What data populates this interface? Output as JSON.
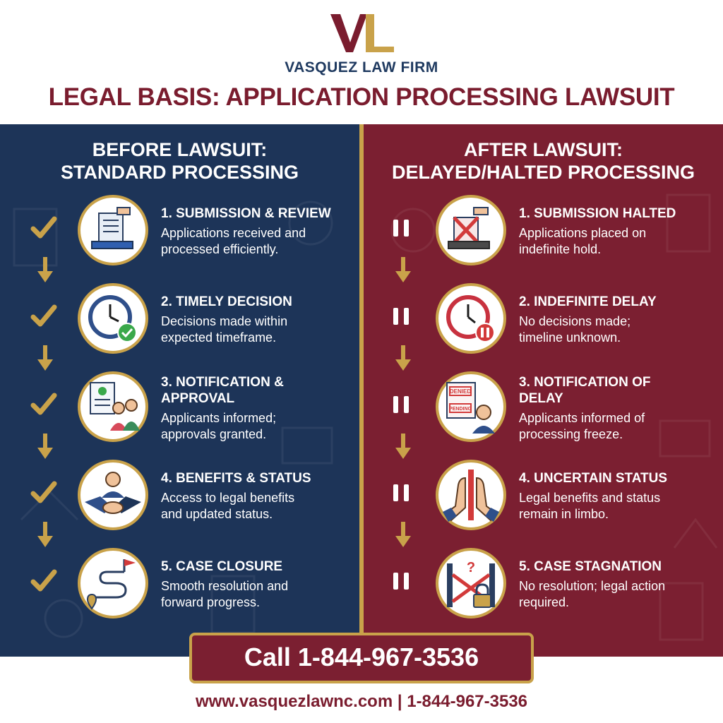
{
  "brand": {
    "logo_letters": "VL",
    "firm_name": "VASQUEZ LAW FIRM",
    "colors": {
      "navy": "#1d3458",
      "maroon": "#7b1f31",
      "gold": "#c9a24a"
    }
  },
  "title": "LEGAL BASIS: APPLICATION PROCESSING LAWSUIT",
  "before": {
    "heading_line1": "BEFORE LAWSUIT:",
    "heading_line2": "STANDARD PROCESSING",
    "status_icon": "check-icon",
    "steps": [
      {
        "title": "1. SUBMISSION & REVIEW",
        "desc_line1": "Applications received and",
        "desc_line2": "processed efficiently.",
        "icon": "document-submit-icon"
      },
      {
        "title": "2. TIMELY DECISION",
        "desc_line1": "Decisions made within",
        "desc_line2": "expected timeframe.",
        "icon": "clock-check-icon"
      },
      {
        "title_line1": "3. NOTIFICATION &",
        "title_line2": "APPROVAL",
        "desc_line1": "Applicants informed;",
        "desc_line2": "approvals granted.",
        "icon": "family-approval-icon"
      },
      {
        "title": "4. BENEFITS & STATUS",
        "desc_line1": "Access to legal benefits",
        "desc_line2": "and updated status.",
        "icon": "handshake-icon"
      },
      {
        "title": "5. CASE CLOSURE",
        "desc_line1": "Smooth resolution and",
        "desc_line2": "forward progress.",
        "icon": "path-flag-icon"
      }
    ]
  },
  "after": {
    "heading_line1": "AFTER LAWSUIT:",
    "heading_line2": "DELAYED/HALTED PROCESSING",
    "status_icon": "pause-icon",
    "steps": [
      {
        "title": "1. SUBMISSION HALTED",
        "desc_line1": "Applications placed on",
        "desc_line2": "indefinite hold.",
        "icon": "document-halted-icon"
      },
      {
        "title": "2. INDEFINITE DELAY",
        "desc_line1": "No decisions made;",
        "desc_line2": "timeline unknown.",
        "icon": "clock-pause-icon"
      },
      {
        "title_line1": "3. NOTIFICATION OF",
        "title_line2": "DELAY",
        "desc_line1": "Applicants informed of",
        "desc_line2": "processing freeze.",
        "icon": "denied-pending-icon",
        "stamp1": "DENIED",
        "stamp2": "PENDING"
      },
      {
        "title": "4. UNCERTAIN STATUS",
        "desc_line1": "Legal benefits and status",
        "desc_line2": "remain in limbo.",
        "icon": "barrier-hands-icon"
      },
      {
        "title": "5. CASE STAGNATION",
        "desc_line1": "No resolution; legal action",
        "desc_line2": "required.",
        "icon": "blocked-lock-icon",
        "question_mark": "?"
      }
    ]
  },
  "cta": {
    "label": "Call 1-844-967-3536"
  },
  "footer": {
    "text": "www.vasquezlawnc.com | 1-844-967-3536"
  }
}
